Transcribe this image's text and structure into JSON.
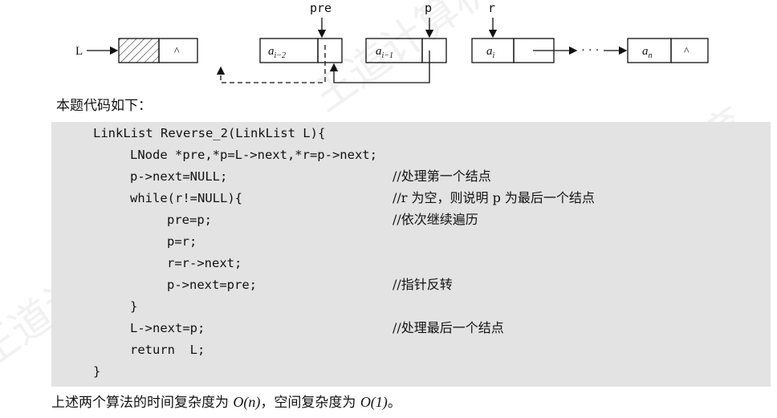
{
  "diagram": {
    "head_label": "L",
    "pointer_labels": {
      "pre": "pre",
      "p": "p",
      "r": "r"
    },
    "nodes": [
      {
        "id": "head",
        "data": "",
        "next": "^"
      },
      {
        "id": "n1",
        "data_base": "a",
        "data_sub": "i−2",
        "next": ""
      },
      {
        "id": "n2",
        "data_base": "a",
        "data_sub": "i−1",
        "next": ""
      },
      {
        "id": "n3",
        "data_base": "a",
        "data_sub": "i",
        "next": ""
      },
      {
        "id": "n4",
        "data_base": "a",
        "data_sub": "n",
        "next": "^"
      }
    ],
    "ellipsis": "· · ·"
  },
  "intro_text": "本题代码如下：",
  "code": [
    {
      "text": "LinkList Reverse_2(LinkList L){",
      "indent": 0,
      "comment": ""
    },
    {
      "text": "LNode *pre,*p=L->next,*r=p->next;",
      "indent": 1,
      "comment": ""
    },
    {
      "text": "p->next=NULL;",
      "indent": 1,
      "comment": "//处理第一个结点"
    },
    {
      "text": "while(r!=NULL){",
      "indent": 1,
      "comment": "//r 为空，则说明 p 为最后一个结点"
    },
    {
      "text": "pre=p;",
      "indent": 2,
      "comment": "//依次继续遍历"
    },
    {
      "text": "p=r;",
      "indent": 2,
      "comment": ""
    },
    {
      "text": "r=r->next;",
      "indent": 2,
      "comment": ""
    },
    {
      "text": "p->next=pre;",
      "indent": 2,
      "comment": "//指针反转"
    },
    {
      "text": "}",
      "indent": 1,
      "comment": ""
    },
    {
      "text": "L->next=p;",
      "indent": 1,
      "comment": "//处理最后一个结点"
    },
    {
      "text": "return  L;",
      "indent": 1,
      "comment": ""
    },
    {
      "text": "}",
      "indent": 0,
      "comment": ""
    }
  ],
  "summary": {
    "prefix": "上述两个算法的时间复杂度为 ",
    "time": "O(n)",
    "middle": "，空间复杂度为 ",
    "space": "O(1)",
    "suffix": "。"
  },
  "watermark": "王道计算机教育"
}
